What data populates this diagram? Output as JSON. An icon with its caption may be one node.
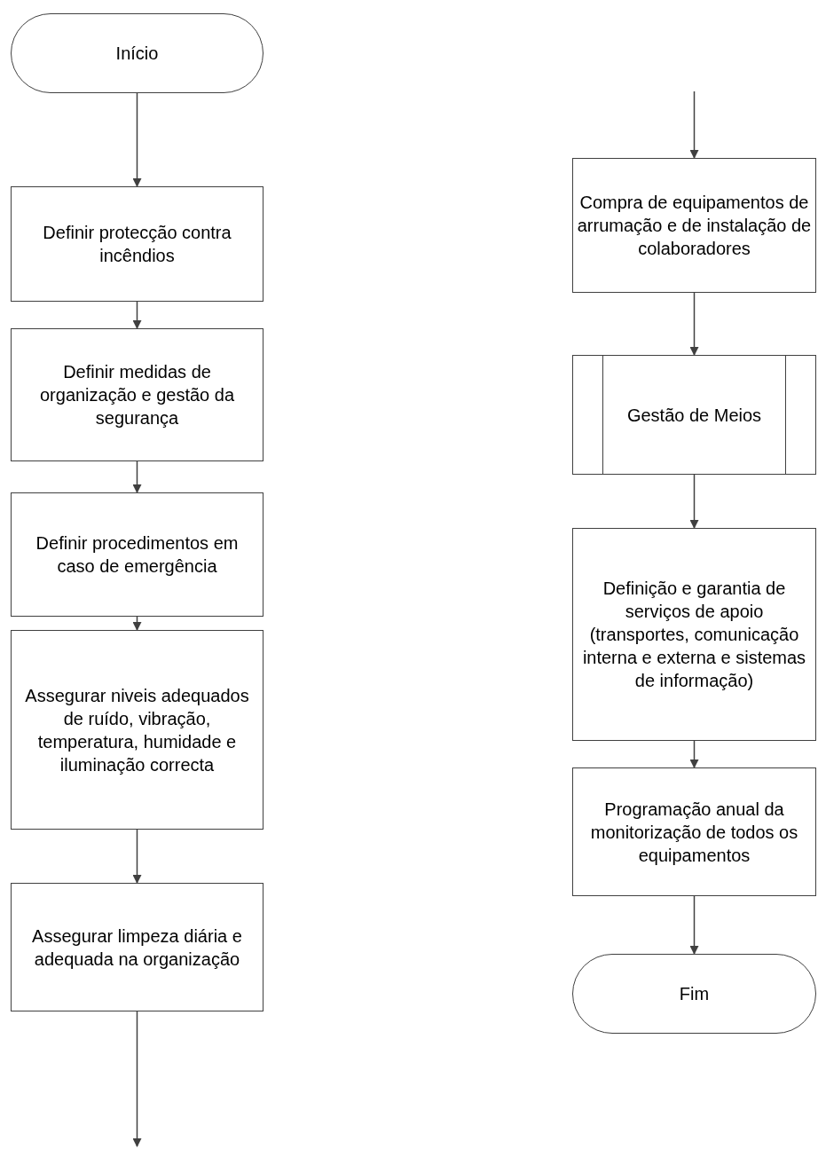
{
  "diagram": {
    "nodes": [
      {
        "text": [
          "Início"
        ]
      },
      {
        "text": [
          "Definir protecção contra incêndios"
        ]
      },
      {
        "text": [
          "Definir medidas de organização e gestão da segurança"
        ]
      },
      {
        "text": [
          "Definir procedimentos em caso de emergência"
        ]
      },
      {
        "text": [
          "Assegurar niveis adequados de ruído, vibração, temperatura, humidade e iluminação correcta"
        ]
      },
      {
        "text": [
          "Assegurar limpeza diária e adequada na organização"
        ]
      },
      {
        "text": [
          "Compra de equipamentos de arrumação e de instalação de colaboradores"
        ]
      },
      {
        "text": [
          "Gestão de Meios"
        ]
      },
      {
        "text": [
          "Definição e garantia de serviços de apoio (transportes, comunicação interna e externa e sistemas de informação)"
        ]
      },
      {
        "text": [
          "Programação anual da monitorização de todos os equipamentos"
        ]
      },
      {
        "text": [
          "Fim"
        ]
      }
    ],
    "edges": [
      {
        "from": 0,
        "to": 1,
        "arrow": "to"
      },
      {
        "from": 1,
        "to": 2,
        "arrow": "to"
      },
      {
        "from": 2,
        "to": 3,
        "arrow": "to"
      },
      {
        "from": 3,
        "to": 4,
        "arrow": "to"
      },
      {
        "from": 4,
        "to": 5,
        "arrow": "to"
      },
      {
        "from": 5,
        "to": null,
        "arrow": "to"
      },
      {
        "from": null,
        "to": 6,
        "arrow": "to"
      },
      {
        "from": 6,
        "to": 7,
        "arrow": "to"
      },
      {
        "from": 7,
        "to": 8,
        "arrow": "to"
      },
      {
        "from": 8,
        "to": 9,
        "arrow": "to"
      },
      {
        "from": 9,
        "to": 10,
        "arrow": "to"
      }
    ]
  }
}
